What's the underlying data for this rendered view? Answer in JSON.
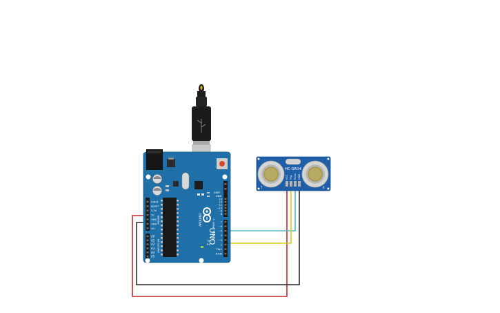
{
  "arduino": {
    "brand": "ARDUINO",
    "model": "UNO",
    "aref_label": "AREF",
    "gnd_label": "GND",
    "digital_pins": [
      "13",
      "12",
      "~11",
      "~10",
      "~9",
      "8",
      "7",
      "~6",
      "~5",
      "4",
      "~3",
      "2",
      "TX▸1",
      "RX◂0"
    ],
    "digital_title": "DIGITAL (PWM~)",
    "power_pins": [
      "IOREF",
      "RESET",
      "3.3V",
      "5V",
      "GND",
      "GND",
      "Vin"
    ],
    "power_title": "POWER",
    "analog_pins": [
      "A0",
      "A1",
      "A2",
      "A3",
      "A4",
      "A5"
    ],
    "analog_title": "ANALOG IN",
    "tx_label": "TX",
    "rx_label": "RX",
    "on_label": "ON",
    "l_label": "L"
  },
  "sensor": {
    "model": "HC-SR04",
    "left_label": "T",
    "right_label": "R",
    "pins": [
      "VCC",
      "Trig",
      "Echo",
      "GND"
    ]
  },
  "colors": {
    "board": "#1f6fa8",
    "sensor_board": "#1f5fa8",
    "wire_red": "#c0262c",
    "wire_black": "#2a2a2a",
    "wire_yellow": "#e3c81e",
    "wire_cyan": "#5ab4c8"
  }
}
